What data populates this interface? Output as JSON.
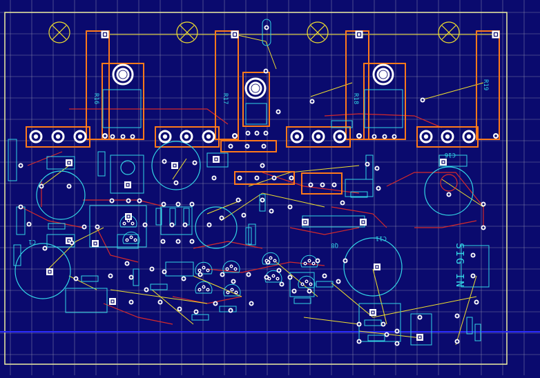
{
  "app": {
    "background": "#0a0a6e",
    "colors": {
      "grid": "#a8a8b8",
      "board_outline": "#f0f0a0",
      "pad_copper": "#ff7a1a",
      "silkscreen": "#33d6e6",
      "airwire": "#f2e12e",
      "trace_red": "#d62a2a",
      "ground_line": "#2a2aff",
      "drill": "#ffffff"
    }
  },
  "board": {
    "labels": {
      "r16": "R16",
      "r17": "R17",
      "r18": "R18",
      "r19": "R19",
      "c1": "C1",
      "c11": "C11",
      "c16": "C16",
      "q8": "Q8",
      "signal": "SIG IN"
    }
  }
}
